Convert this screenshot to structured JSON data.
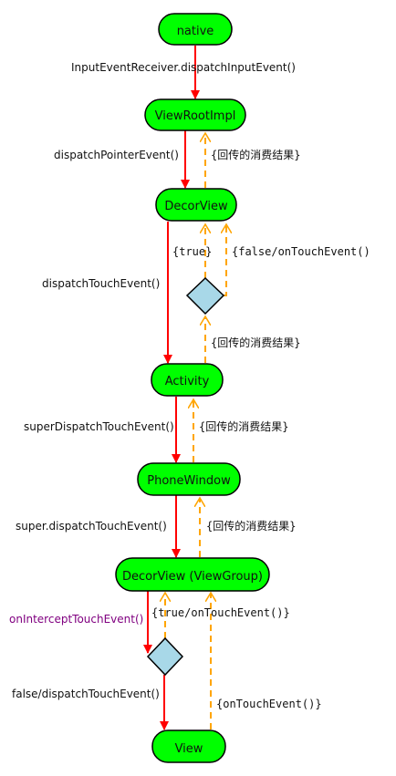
{
  "colors": {
    "node_fill": "#00ff00",
    "decision_fill": "#a8d8e8",
    "call_arrow": "#ff0000",
    "return_arrow": "#ffa500",
    "purple_text": "#800080"
  },
  "nodes": {
    "native": "native",
    "viewrootimpl": "ViewRootImpl",
    "decorview": "DecorView",
    "activity": "Activity",
    "phonewindow": "PhoneWindow",
    "decorview_viewgroup": "DecorView (ViewGroup)",
    "view": "View"
  },
  "edges": {
    "native_to_viewrootimpl": "InputEventReceiver.dispatchInputEvent()",
    "viewrootimpl_to_decorview": "dispatchPointerEvent()",
    "decorview_to_activity": "dispatchTouchEvent()",
    "activity_to_phonewindow": "superDispatchTouchEvent()",
    "phonewindow_to_viewgroup": "super.dispatchTouchEvent()",
    "viewgroup_to_decision": "onInterceptTouchEvent()",
    "decision_to_view": "false/dispatchTouchEvent()"
  },
  "returns": {
    "to_viewrootimpl": "{回传的消费结果}",
    "decision1_true": "{true}",
    "decision1_false": "{false/onTouchEvent()",
    "to_decision1": "{回传的消费结果}",
    "to_activity": "{回传的消费结果}",
    "to_phonewindow": "{回传的消费结果}",
    "decision2_true": "{true/onTouchEvent()}",
    "view_ontouch": "{onTouchEvent()}"
  }
}
